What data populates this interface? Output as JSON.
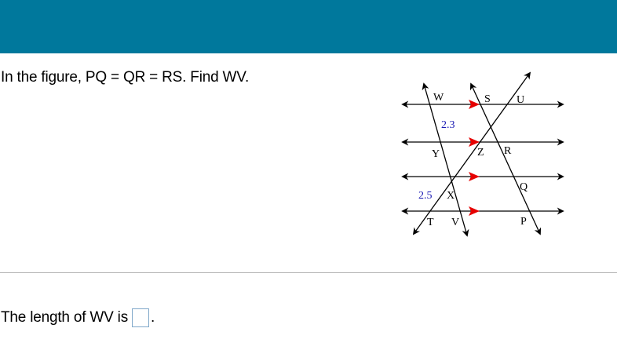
{
  "question": {
    "text": "In the figure, PQ = QR = RS. Find WV."
  },
  "figure": {
    "labels": {
      "W": "W",
      "S": "S",
      "U": "U",
      "Y": "Y",
      "Z": "Z",
      "R": "R",
      "Q": "Q",
      "X": "X",
      "T": "T",
      "V": "V",
      "P": "P"
    },
    "measure_top": "2.3",
    "measure_bottom": "2.5",
    "measure_color": "#1a1ab4",
    "parallel_mark_color": "#e60000"
  },
  "answer": {
    "prompt": "The length of WV is",
    "value": "",
    "suffix": "."
  }
}
